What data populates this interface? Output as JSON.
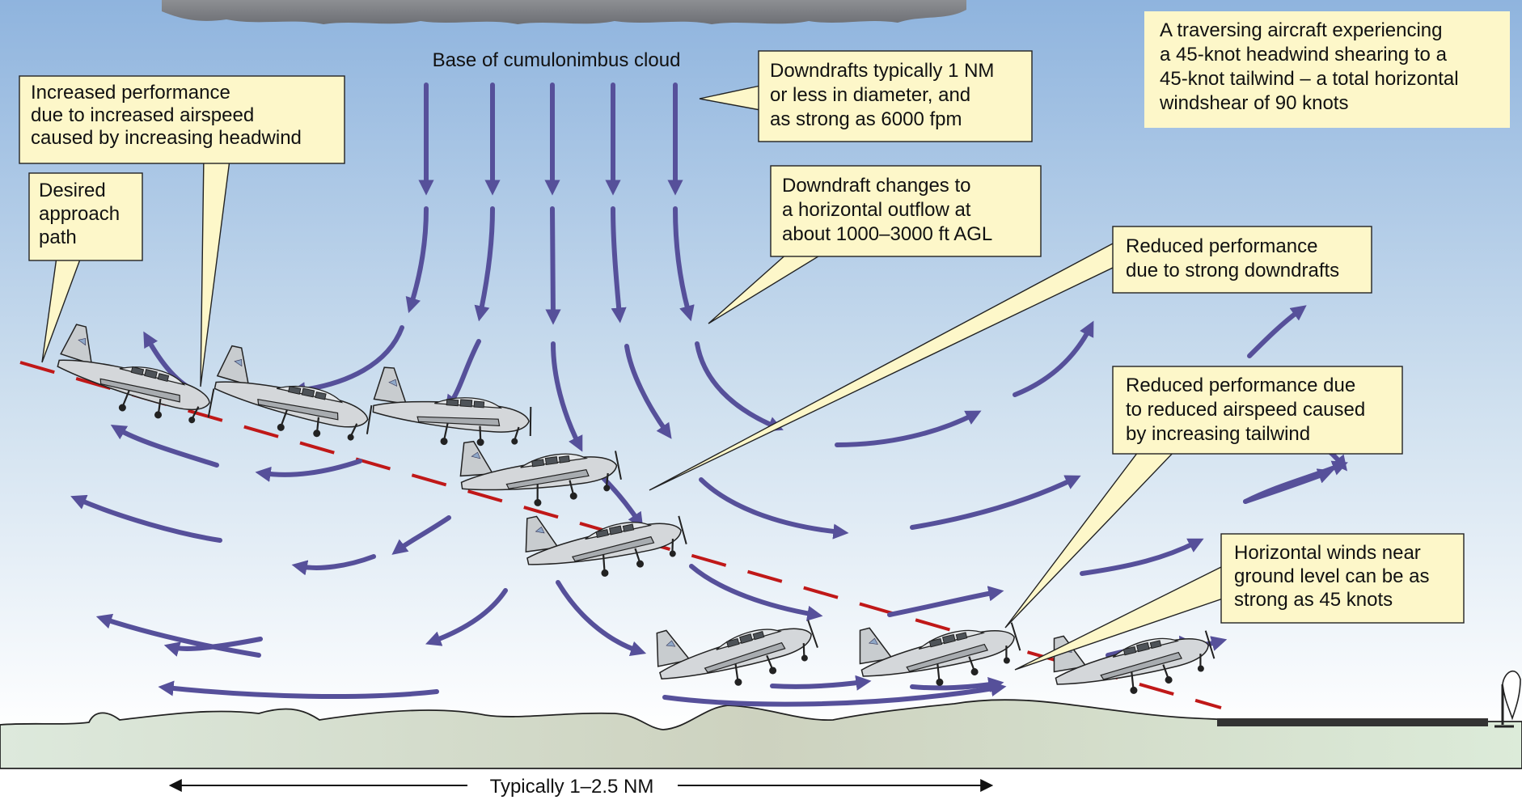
{
  "cloud_label": "Base of cumulonimbus cloud",
  "distance_label": "Typically 1–2.5 NM",
  "callouts": {
    "increased_performance": [
      "Increased performance",
      "due to increased airspeed",
      "caused by increasing headwind"
    ],
    "desired_path": [
      "Desired",
      "approach",
      "path"
    ],
    "downdrafts_size": [
      "Downdrafts typically 1 NM",
      "or less in diameter, and",
      "as strong as 6000 fpm"
    ],
    "horizontal_outflow": [
      "Downdraft changes to",
      "a horizontal outflow at",
      "about 1000–3000 ft AGL"
    ],
    "traversing_aircraft": [
      "A traversing aircraft experiencing",
      "a 45-knot headwind shearing to a",
      "45-knot tailwind – a total horizontal",
      "windshear of 90 knots"
    ],
    "reduced_downdrafts": [
      "Reduced performance",
      "due to strong downdrafts"
    ],
    "reduced_tailwind": [
      "Reduced performance due",
      "to reduced airspeed caused",
      "by increasing tailwind"
    ],
    "ground_winds": [
      "Horizontal winds near",
      "ground level can be as",
      "strong as 45 knots"
    ]
  },
  "colors": {
    "sky_top": "#8fb4de",
    "sky_bottom": "#ffffff",
    "arrow": "#56509a",
    "approach_path": "#c01818",
    "callout_fill": "#fdf7c9",
    "ground": "#d6ddc8",
    "runway": "#333333"
  },
  "icons": [
    "cloud-icon",
    "airplane-icon",
    "windsock-icon",
    "runway-icon"
  ]
}
